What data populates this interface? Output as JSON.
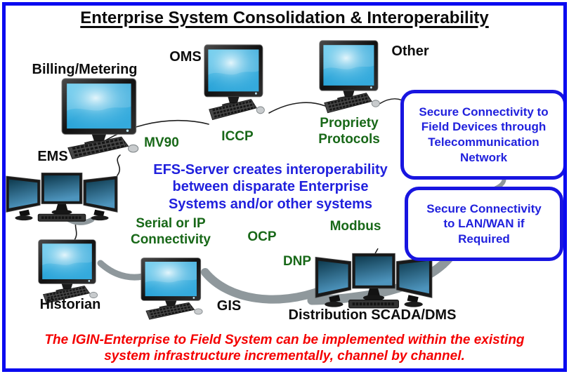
{
  "title": "Enterprise System Consolidation & Interoperability",
  "systems": {
    "billing": "Billing/Metering",
    "oms": "OMS",
    "other": "Other",
    "ems": "EMS",
    "historian": "Historian",
    "gis": "GIS",
    "scada": "Distribution SCADA/DMS"
  },
  "protocols": {
    "mv90": "MV90",
    "iccp": "ICCP",
    "propriety": "Propriety\nProtocols",
    "serial_ip": "Serial or IP\nConnectivity",
    "ocp": "OCP",
    "modbus": "Modbus",
    "dnp": "DNP"
  },
  "center_note": "EFS-Server creates interoperability\nbetween disparate Enterprise\nSystems and/or other systems",
  "callouts": {
    "field_devices": "Secure Connectivity to\nField Devices through\nTelecommunication\nNetwork",
    "lan_wan": "Secure Connectivity\nto LAN/WAN if\nRequired"
  },
  "footer_note": "The IGIN-Enterprise to Field System can be implemented within the existing\nsystem infrastructure incrementally, channel by channel.",
  "colors": {
    "frame_border": "#0a0af0",
    "callout_border": "#1815e0",
    "note_blue": "#2121dd",
    "protocol_green": "#186818",
    "footer_red": "#f40000",
    "cloud_gray": "#8f989c",
    "screen_blue": "#2ba4d8",
    "workstation_screen": "#0e3a4e"
  }
}
